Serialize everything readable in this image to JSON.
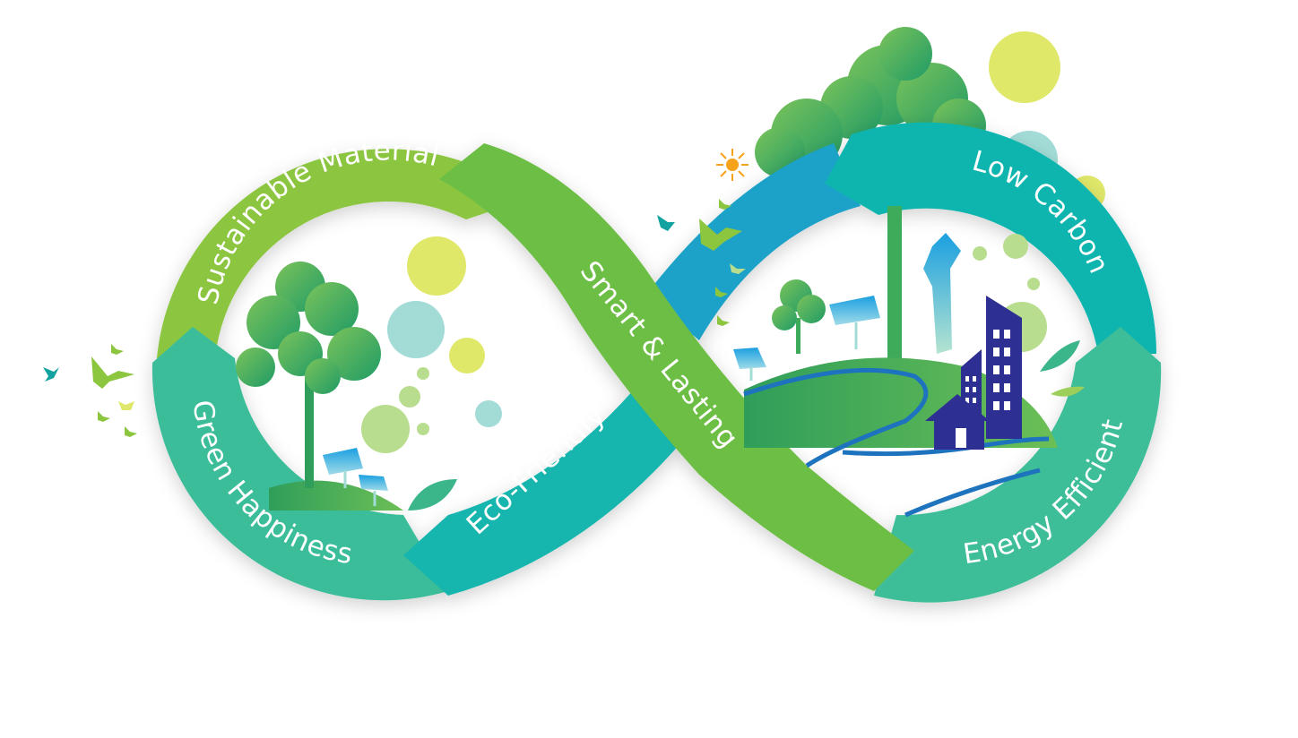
{
  "diagram": {
    "type": "infinity-loop infographic",
    "segments": [
      {
        "id": "sustainable-material",
        "label": "Sustainable Material",
        "color": "#8cc63f"
      },
      {
        "id": "green-happiness",
        "label": "Green Happiness",
        "color": "#3bbd9a"
      },
      {
        "id": "eco-friendly",
        "label": "Eco-Friendly",
        "color": "#12b5ad"
      },
      {
        "id": "smart-lasting",
        "label": "Smart & Lasting",
        "color": "#6dbe45"
      },
      {
        "id": "low-carbon",
        "label": "Low Carbon",
        "color": "#10b5ae"
      },
      {
        "id": "energy-efficient",
        "label": "Energy Efficient",
        "color": "#3cbd98"
      },
      {
        "id": "connector-blue",
        "label": "",
        "color": "#1ca2c8"
      }
    ],
    "decor": {
      "bubble_yellow": "#e0e86a",
      "bubble_teal": "#a3dcd7",
      "bubble_green": "#b8dd8e",
      "tree_green": "#3dab5a",
      "building_navy": "#2e2f92",
      "river_blue": "#1e73be",
      "sun_orange": "#f7a21b"
    }
  }
}
